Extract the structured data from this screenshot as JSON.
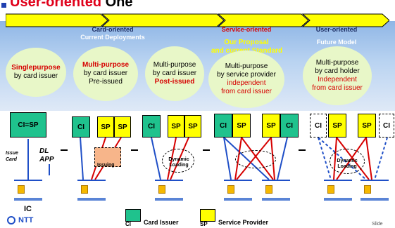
{
  "slide": {
    "title_red": "User-oriented",
    "title_rest": " One",
    "bullet_color": "#2040b0"
  },
  "columns": [
    {
      "header": "",
      "header2": "",
      "lines": [
        {
          "text": "Singlepurpose",
          "style": "red"
        },
        {
          "text": "by card issuer",
          "style": "plain"
        }
      ]
    },
    {
      "header": "Card-oriented",
      "header2": "Current Deployments",
      "lines": [
        {
          "text": "Multi-purpose",
          "style": "red"
        },
        {
          "text": "by card issuer",
          "style": "plain"
        },
        {
          "text": "Pre-issued",
          "style": "plain"
        }
      ]
    },
    {
      "header": "",
      "header2": "",
      "lines": [
        {
          "text": "Multi-purpose",
          "style": "plain"
        },
        {
          "text": "by card issuer",
          "style": "plain"
        },
        {
          "text": "Post-issued",
          "style": "red"
        }
      ]
    },
    {
      "header": "Service-oriented",
      "header2": "Our Proposal",
      "header3": "and current Standard",
      "lines": [
        {
          "text": "Multi-purpose",
          "style": "plain"
        },
        {
          "text": "by service provider",
          "style": "mixed"
        },
        {
          "text": "independent",
          "style": "redplain"
        },
        {
          "text": "from card issuer",
          "style": "redplain"
        }
      ]
    },
    {
      "header": "User-oriented",
      "header2": "Future Model",
      "lines": [
        {
          "text": "Multi-purpose",
          "style": "plain"
        },
        {
          "text": "by card holder",
          "style": "mixed2"
        },
        {
          "text": "Independent",
          "style": "redplain"
        },
        {
          "text": "from card issuer",
          "style": "redplain"
        }
      ]
    }
  ],
  "boxes": {
    "ci": "CI",
    "sp": "SP",
    "ci_sp": "CI=SP"
  },
  "labels": {
    "issue_card": "Issue Card",
    "dl": "DL",
    "app": "APP",
    "issuing": "Issuing",
    "dynamic_loading": "Dynamic Loading",
    "ic": "IC"
  },
  "legend": {
    "ci": "CI",
    "ci_text": "Card Issuer",
    "sp": "SP",
    "sp_text": "Service Provider"
  },
  "footer": {
    "logo": "NTT",
    "page": "Slide"
  },
  "colors": {
    "ci": "#1fc28d",
    "sp": "#ffff00",
    "accent_red": "#d60000",
    "arrow_yellow": "#ffff00"
  }
}
